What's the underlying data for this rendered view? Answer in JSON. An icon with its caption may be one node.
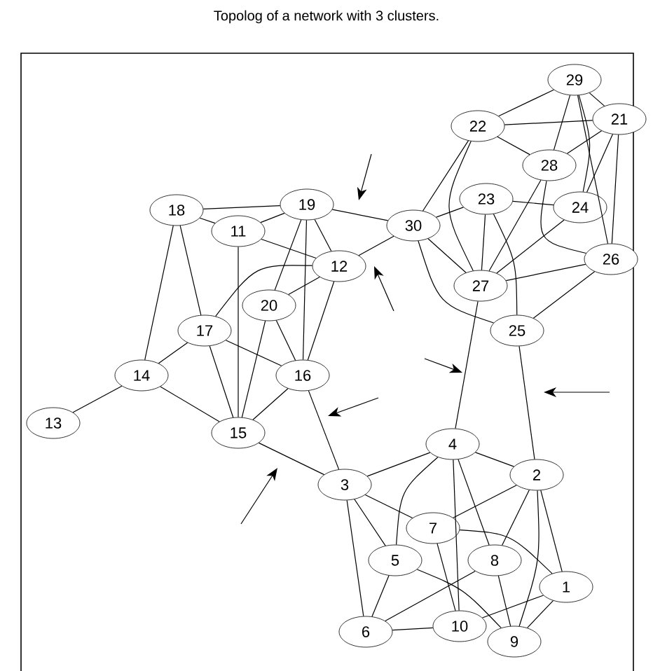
{
  "diagram": {
    "title": "Topolog of a network with 3 clusters.",
    "nodes": [
      {
        "text": [
          "1"
        ]
      },
      {
        "text": [
          "2"
        ]
      },
      {
        "text": [
          "3"
        ]
      },
      {
        "text": [
          "4"
        ]
      },
      {
        "text": [
          "5"
        ]
      },
      {
        "text": [
          "6"
        ]
      },
      {
        "text": [
          "7"
        ]
      },
      {
        "text": [
          "8"
        ]
      },
      {
        "text": [
          "9"
        ]
      },
      {
        "text": [
          "10"
        ]
      },
      {
        "text": [
          "11"
        ]
      },
      {
        "text": [
          "12"
        ]
      },
      {
        "text": [
          "13"
        ]
      },
      {
        "text": [
          "14"
        ]
      },
      {
        "text": [
          "15"
        ]
      },
      {
        "text": [
          "16"
        ]
      },
      {
        "text": [
          "17"
        ]
      },
      {
        "text": [
          "18"
        ]
      },
      {
        "text": [
          "19"
        ]
      },
      {
        "text": [
          "20"
        ]
      },
      {
        "text": [
          "21"
        ]
      },
      {
        "text": [
          "22"
        ]
      },
      {
        "text": [
          "23"
        ]
      },
      {
        "text": [
          "24"
        ]
      },
      {
        "text": [
          "25"
        ]
      },
      {
        "text": [
          "26"
        ]
      },
      {
        "text": [
          "27"
        ]
      },
      {
        "text": [
          "28"
        ]
      },
      {
        "text": [
          "29"
        ]
      },
      {
        "text": [
          "30"
        ]
      }
    ],
    "edges": [
      {
        "from": 17,
        "to": 18,
        "arrow": "none"
      },
      {
        "from": 17,
        "to": 10,
        "arrow": "none"
      },
      {
        "from": 17,
        "to": 13,
        "arrow": "none"
      },
      {
        "from": 17,
        "to": 16,
        "arrow": "none"
      },
      {
        "from": 18,
        "to": 10,
        "arrow": "none"
      },
      {
        "from": 18,
        "to": 19,
        "arrow": "none"
      },
      {
        "from": 18,
        "to": 11,
        "arrow": "none"
      },
      {
        "from": 18,
        "to": 15,
        "arrow": "none"
      },
      {
        "from": 11,
        "to": 15,
        "arrow": "none"
      },
      {
        "from": 18,
        "to": 29,
        "arrow": "none"
      },
      {
        "from": 10,
        "to": 11,
        "arrow": "none"
      },
      {
        "from": 10,
        "to": 14,
        "arrow": "none"
      },
      {
        "from": 19,
        "to": 14,
        "arrow": "none"
      },
      {
        "from": 11,
        "to": 19,
        "arrow": "none"
      },
      {
        "from": 11,
        "to": 16,
        "arrow": "none"
      },
      {
        "from": 19,
        "to": 15,
        "arrow": "none"
      },
      {
        "from": 16,
        "to": 13,
        "arrow": "none"
      },
      {
        "from": 16,
        "to": 14,
        "arrow": "none"
      },
      {
        "from": 16,
        "to": 15,
        "arrow": "none"
      },
      {
        "from": 13,
        "to": 14,
        "arrow": "none"
      },
      {
        "from": 13,
        "to": 12,
        "arrow": "none"
      },
      {
        "from": 14,
        "to": 15,
        "arrow": "none"
      },
      {
        "from": 14,
        "to": 2,
        "arrow": "none"
      },
      {
        "from": 15,
        "to": 2,
        "arrow": "none"
      },
      {
        "from": 11,
        "to": 29,
        "arrow": "none"
      },
      {
        "from": 29,
        "to": 21,
        "arrow": "none"
      },
      {
        "from": 29,
        "to": 22,
        "arrow": "none"
      },
      {
        "from": 29,
        "to": 26,
        "arrow": "none"
      },
      {
        "from": 29,
        "to": 24,
        "arrow": "none"
      },
      {
        "from": 21,
        "to": 28,
        "arrow": "none"
      },
      {
        "from": 21,
        "to": 20,
        "arrow": "none"
      },
      {
        "from": 21,
        "to": 27,
        "arrow": "none"
      },
      {
        "from": 21,
        "to": 26,
        "arrow": "none"
      },
      {
        "from": 22,
        "to": 23,
        "arrow": "none"
      },
      {
        "from": 22,
        "to": 26,
        "arrow": "none"
      },
      {
        "from": 22,
        "to": 24,
        "arrow": "none"
      },
      {
        "from": 28,
        "to": 27,
        "arrow": "none"
      },
      {
        "from": 28,
        "to": 23,
        "arrow": "none"
      },
      {
        "from": 28,
        "to": 25,
        "arrow": "none"
      },
      {
        "from": 28,
        "to": 20,
        "arrow": "none"
      },
      {
        "from": 20,
        "to": 27,
        "arrow": "none"
      },
      {
        "from": 20,
        "to": 23,
        "arrow": "none"
      },
      {
        "from": 20,
        "to": 25,
        "arrow": "none"
      },
      {
        "from": 27,
        "to": 26,
        "arrow": "none"
      },
      {
        "from": 27,
        "to": 25,
        "arrow": "none"
      },
      {
        "from": 23,
        "to": 26,
        "arrow": "none"
      },
      {
        "from": 25,
        "to": 26,
        "arrow": "none"
      },
      {
        "from": 25,
        "to": 24,
        "arrow": "none"
      },
      {
        "from": 26,
        "to": 3,
        "arrow": "none"
      },
      {
        "from": 24,
        "to": 1,
        "arrow": "none"
      },
      {
        "from": 3,
        "to": 2,
        "arrow": "none"
      },
      {
        "from": 3,
        "to": 1,
        "arrow": "none"
      },
      {
        "from": 3,
        "to": 4,
        "arrow": "none"
      },
      {
        "from": 3,
        "to": 9,
        "arrow": "none"
      },
      {
        "from": 3,
        "to": 7,
        "arrow": "none"
      },
      {
        "from": 2,
        "to": 6,
        "arrow": "none"
      },
      {
        "from": 2,
        "to": 4,
        "arrow": "none"
      },
      {
        "from": 2,
        "to": 5,
        "arrow": "none"
      },
      {
        "from": 1,
        "to": 6,
        "arrow": "none"
      },
      {
        "from": 1,
        "to": 7,
        "arrow": "none"
      },
      {
        "from": 1,
        "to": 8,
        "arrow": "none"
      },
      {
        "from": 1,
        "to": 0,
        "arrow": "none"
      },
      {
        "from": 6,
        "to": 9,
        "arrow": "none"
      },
      {
        "from": 6,
        "to": 0,
        "arrow": "none"
      },
      {
        "from": 4,
        "to": 5,
        "arrow": "none"
      },
      {
        "from": 4,
        "to": 8,
        "arrow": "none"
      },
      {
        "from": 7,
        "to": 5,
        "arrow": "none"
      },
      {
        "from": 7,
        "to": 8,
        "arrow": "none"
      },
      {
        "from": 0,
        "to": 9,
        "arrow": "none"
      },
      {
        "from": 0,
        "to": 8,
        "arrow": "none"
      },
      {
        "from": 5,
        "to": 9,
        "arrow": "none"
      }
    ]
  }
}
